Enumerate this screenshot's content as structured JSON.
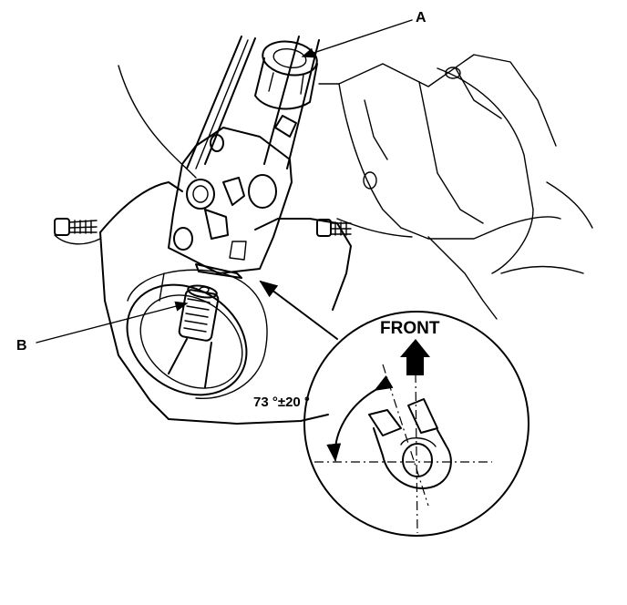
{
  "callouts": {
    "a": "A",
    "b": "B"
  },
  "detail": {
    "direction_label": "FRONT",
    "angle_spec": "73 °±20 °"
  },
  "colors": {
    "line": "#000000",
    "background": "#ffffff"
  },
  "icons": [
    "front-arrow-icon",
    "leader-arrow-icon",
    "angle-arc-icon"
  ]
}
